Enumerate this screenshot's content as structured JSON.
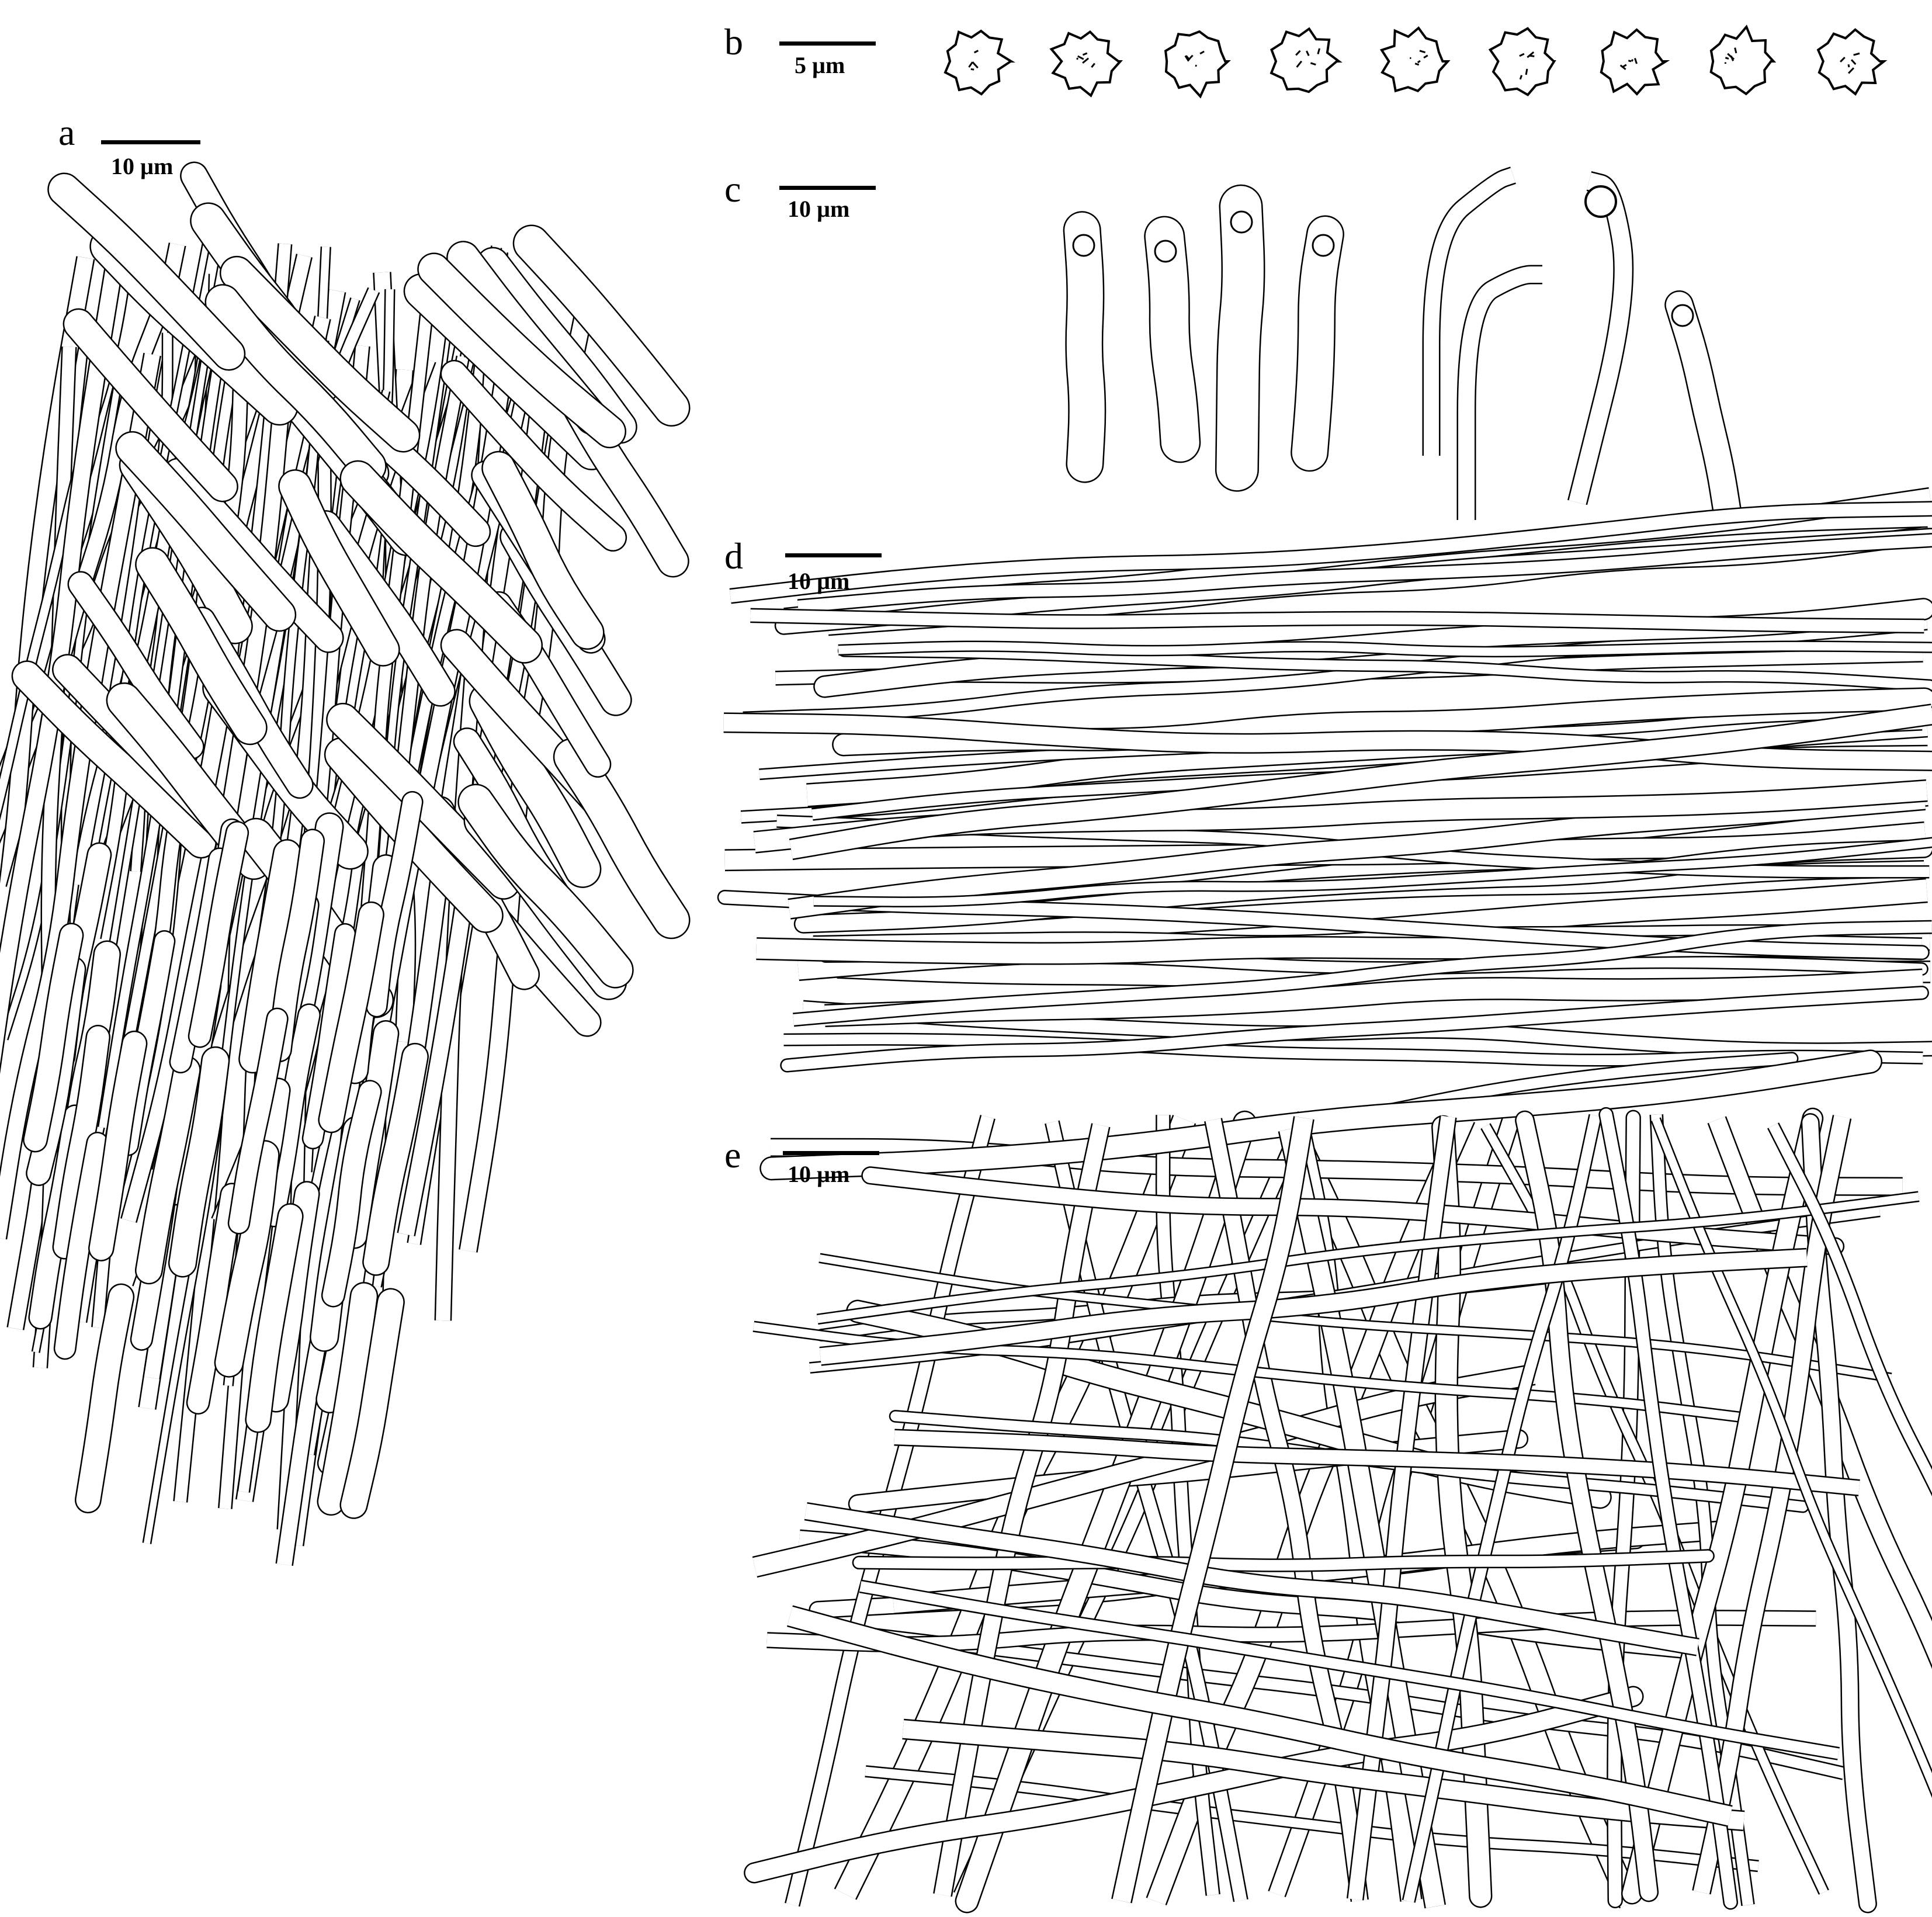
{
  "panels": [
    {
      "label": "a",
      "scale": "10 µm",
      "content": "hyphae-with-basidia"
    },
    {
      "label": "b",
      "scale": "5 µm",
      "content": "basidiospores",
      "count": 9
    },
    {
      "label": "c",
      "scale": "10 µm",
      "content": "basidia-and-cystidia"
    },
    {
      "label": "d",
      "scale": "10 µm",
      "content": "parallel-hyphae"
    },
    {
      "label": "e",
      "scale": "10 µm",
      "content": "interwoven-hyphae"
    }
  ],
  "colors": {
    "line": "#000000",
    "background": "#ffffff"
  }
}
